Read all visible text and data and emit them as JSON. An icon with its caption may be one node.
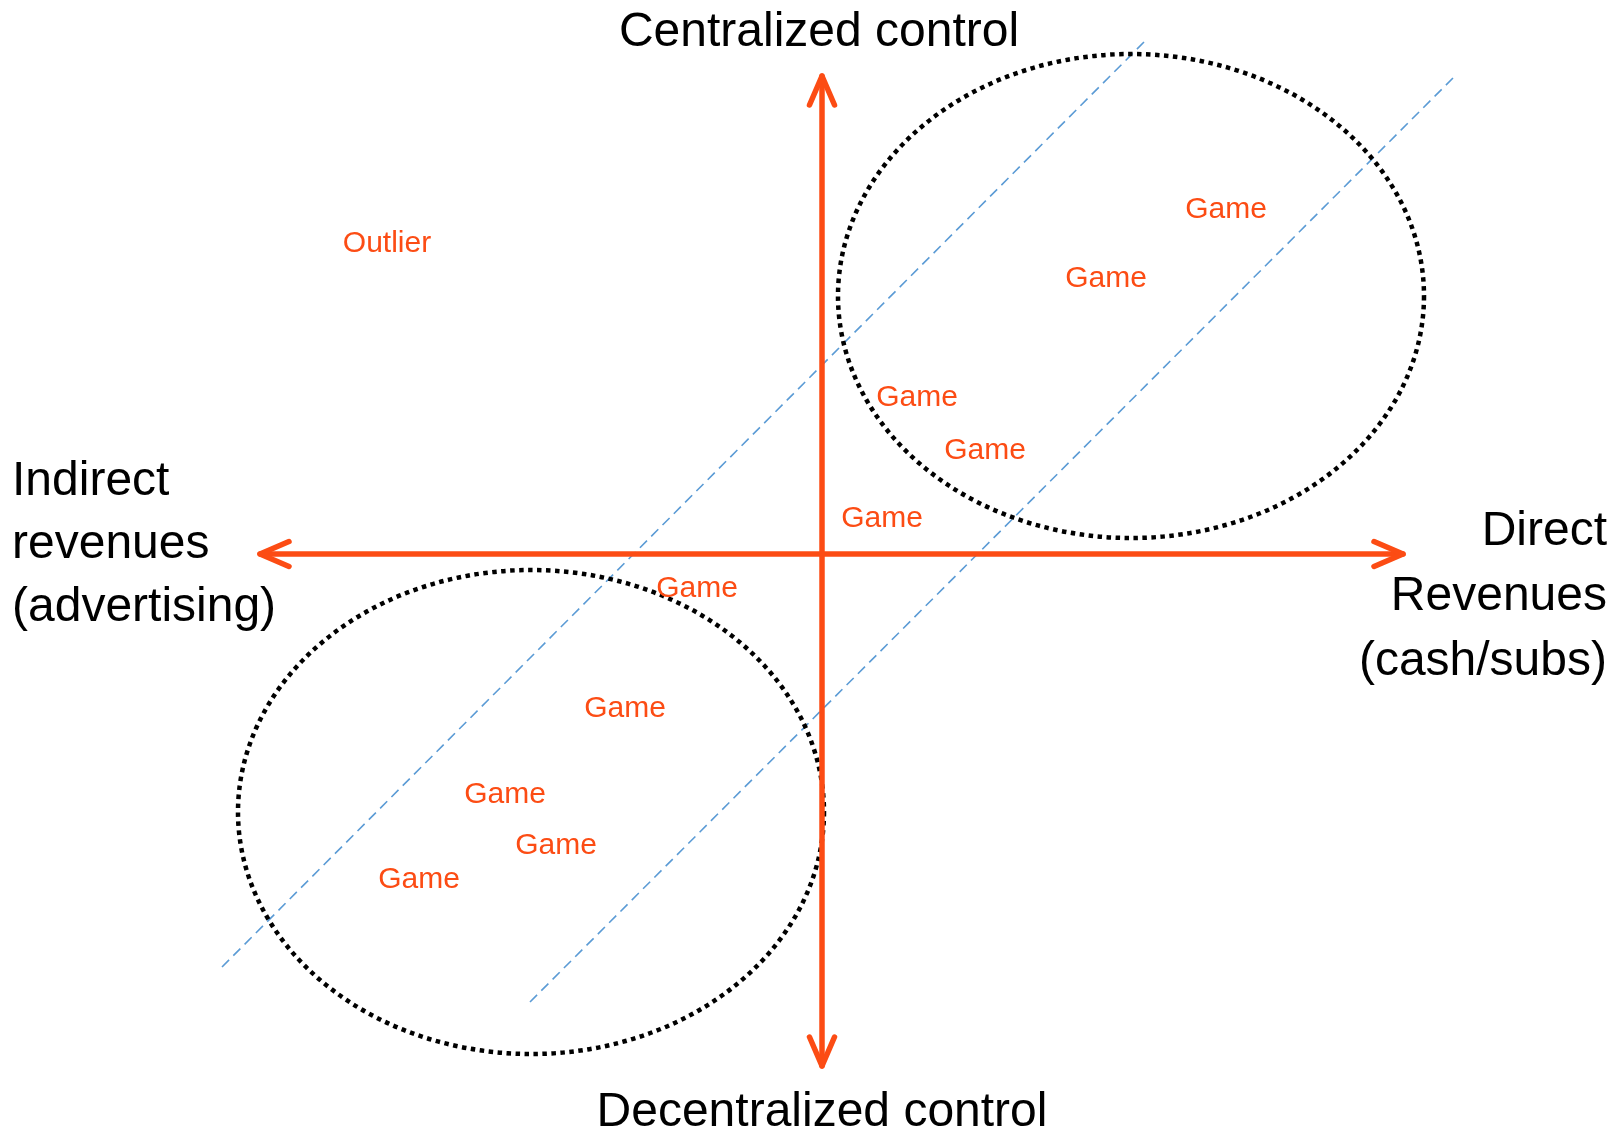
{
  "diagram": {
    "nodes": [
      {
        "text": [],
        "shape": "ellipse"
      },
      {
        "text": [],
        "shape": "ellipse"
      }
    ],
    "labels": [
      "Centralized control",
      "Game",
      "Outlier",
      "Game",
      "Game",
      "Game",
      "Indirect revenues (advertising)",
      "Game",
      "Direct Revenues (cash/subs)",
      "Game",
      "Game",
      "Game",
      "Game",
      "Game",
      "Decentralized control"
    ]
  }
}
